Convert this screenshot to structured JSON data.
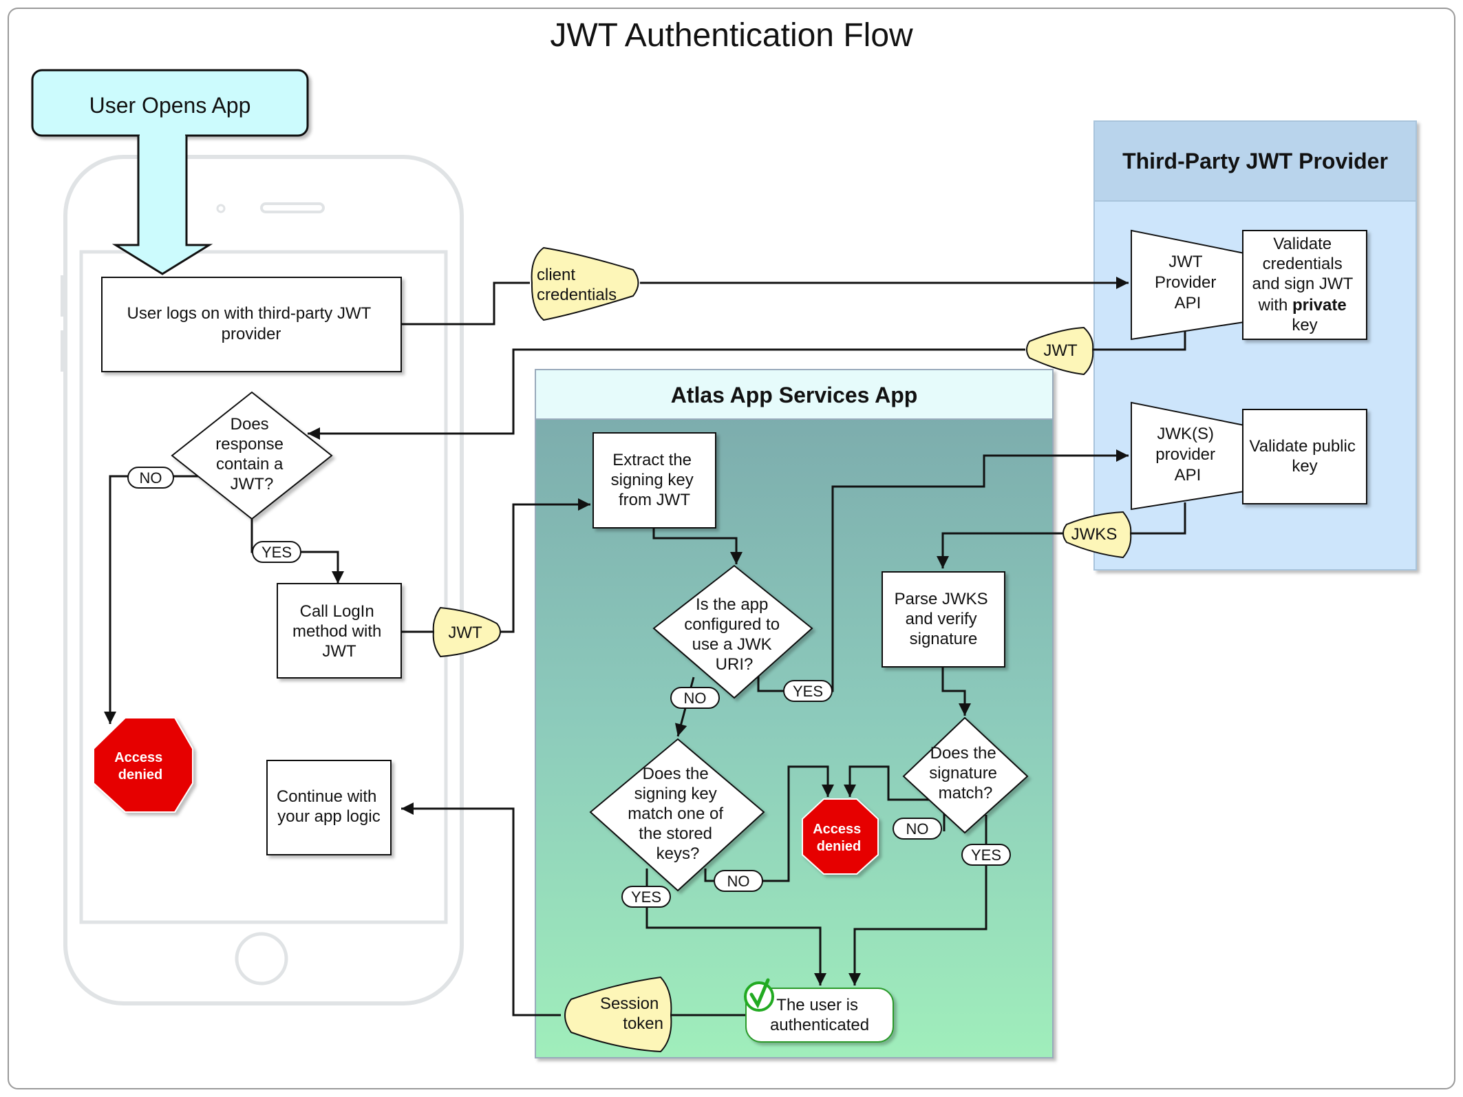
{
  "title": "JWT Authentication Flow",
  "start": "User Opens App",
  "app": {
    "logon": [
      "User logs on with third-party JWT",
      "provider"
    ],
    "contains_jwt": [
      "Does",
      "response",
      "contain a",
      "JWT?"
    ],
    "call_login": [
      "Call LogIn",
      "method with",
      "JWT"
    ],
    "continue": [
      "Continue with",
      "your app logic"
    ],
    "access_denied": [
      "Access",
      "denied"
    ]
  },
  "provider": {
    "title": "Third-Party JWT Provider",
    "jwt_api": [
      "JWT",
      "Provider",
      "API"
    ],
    "validate_sign": [
      "Validate",
      "credentials",
      "and sign JWT",
      "with ",
      "private",
      "key"
    ],
    "jwks_api": [
      "JWK(S)",
      "provider",
      "API"
    ],
    "validate_public": [
      "Validate public",
      "key"
    ]
  },
  "atlas": {
    "title": "Atlas App Services App",
    "extract": [
      "Extract the",
      "signing key",
      "from JWT"
    ],
    "jwk_uri": [
      "Is the app",
      "configured to",
      "use a JWK",
      "URI?"
    ],
    "stored_keys": [
      "Does the",
      "signing key",
      "match one of",
      "the stored",
      "keys?"
    ],
    "parse": [
      "Parse JWKS",
      "and verify",
      "signature"
    ],
    "sig_match": [
      "Does the",
      "signature",
      "match?"
    ],
    "access_denied": [
      "Access",
      "denied"
    ],
    "authenticated": [
      "The user is",
      "authenticated"
    ]
  },
  "tokens": {
    "client_credentials": [
      "client",
      "credentials"
    ],
    "jwt": "JWT",
    "jwks": "JWKS",
    "session_token": [
      "Session",
      "token"
    ]
  },
  "labels": {
    "yes": "YES",
    "no": "NO"
  },
  "colors": {
    "start_fill": "#ccfbfd",
    "token_fill": "#fdf6b8",
    "provider_fill": "#cde5fb",
    "provider_header": "#b9d4ec",
    "atlas_header": "#e6fbfb",
    "atlas_top": "#7aa8ab",
    "atlas_bottom": "#a0eebb",
    "stop": "#e60000",
    "check": "#22aa22"
  }
}
